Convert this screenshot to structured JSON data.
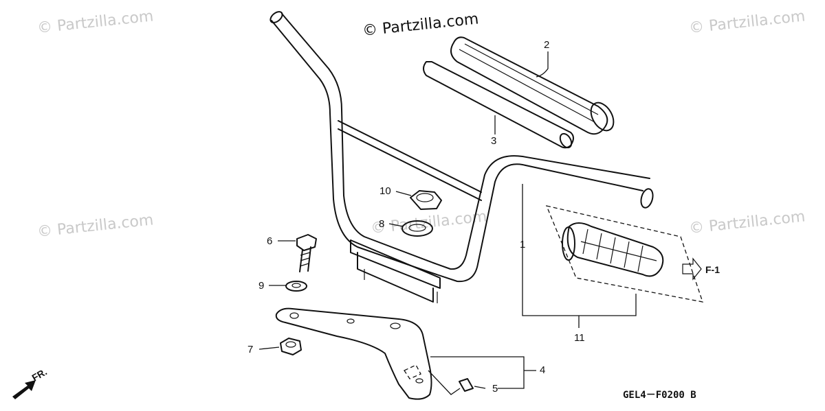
{
  "watermarks": {
    "main": "© Partzilla.com",
    "faint": "© Partzilla.com"
  },
  "callouts": {
    "c1": "1",
    "c2": "2",
    "c3": "3",
    "c4": "4",
    "c5": "5",
    "c6": "6",
    "c7": "7",
    "c8": "8",
    "c9": "9",
    "c10": "10",
    "c11": "11"
  },
  "diagram_code": "GEL4－F0200 B",
  "reference_label": "F-1",
  "direction_label": "FR."
}
